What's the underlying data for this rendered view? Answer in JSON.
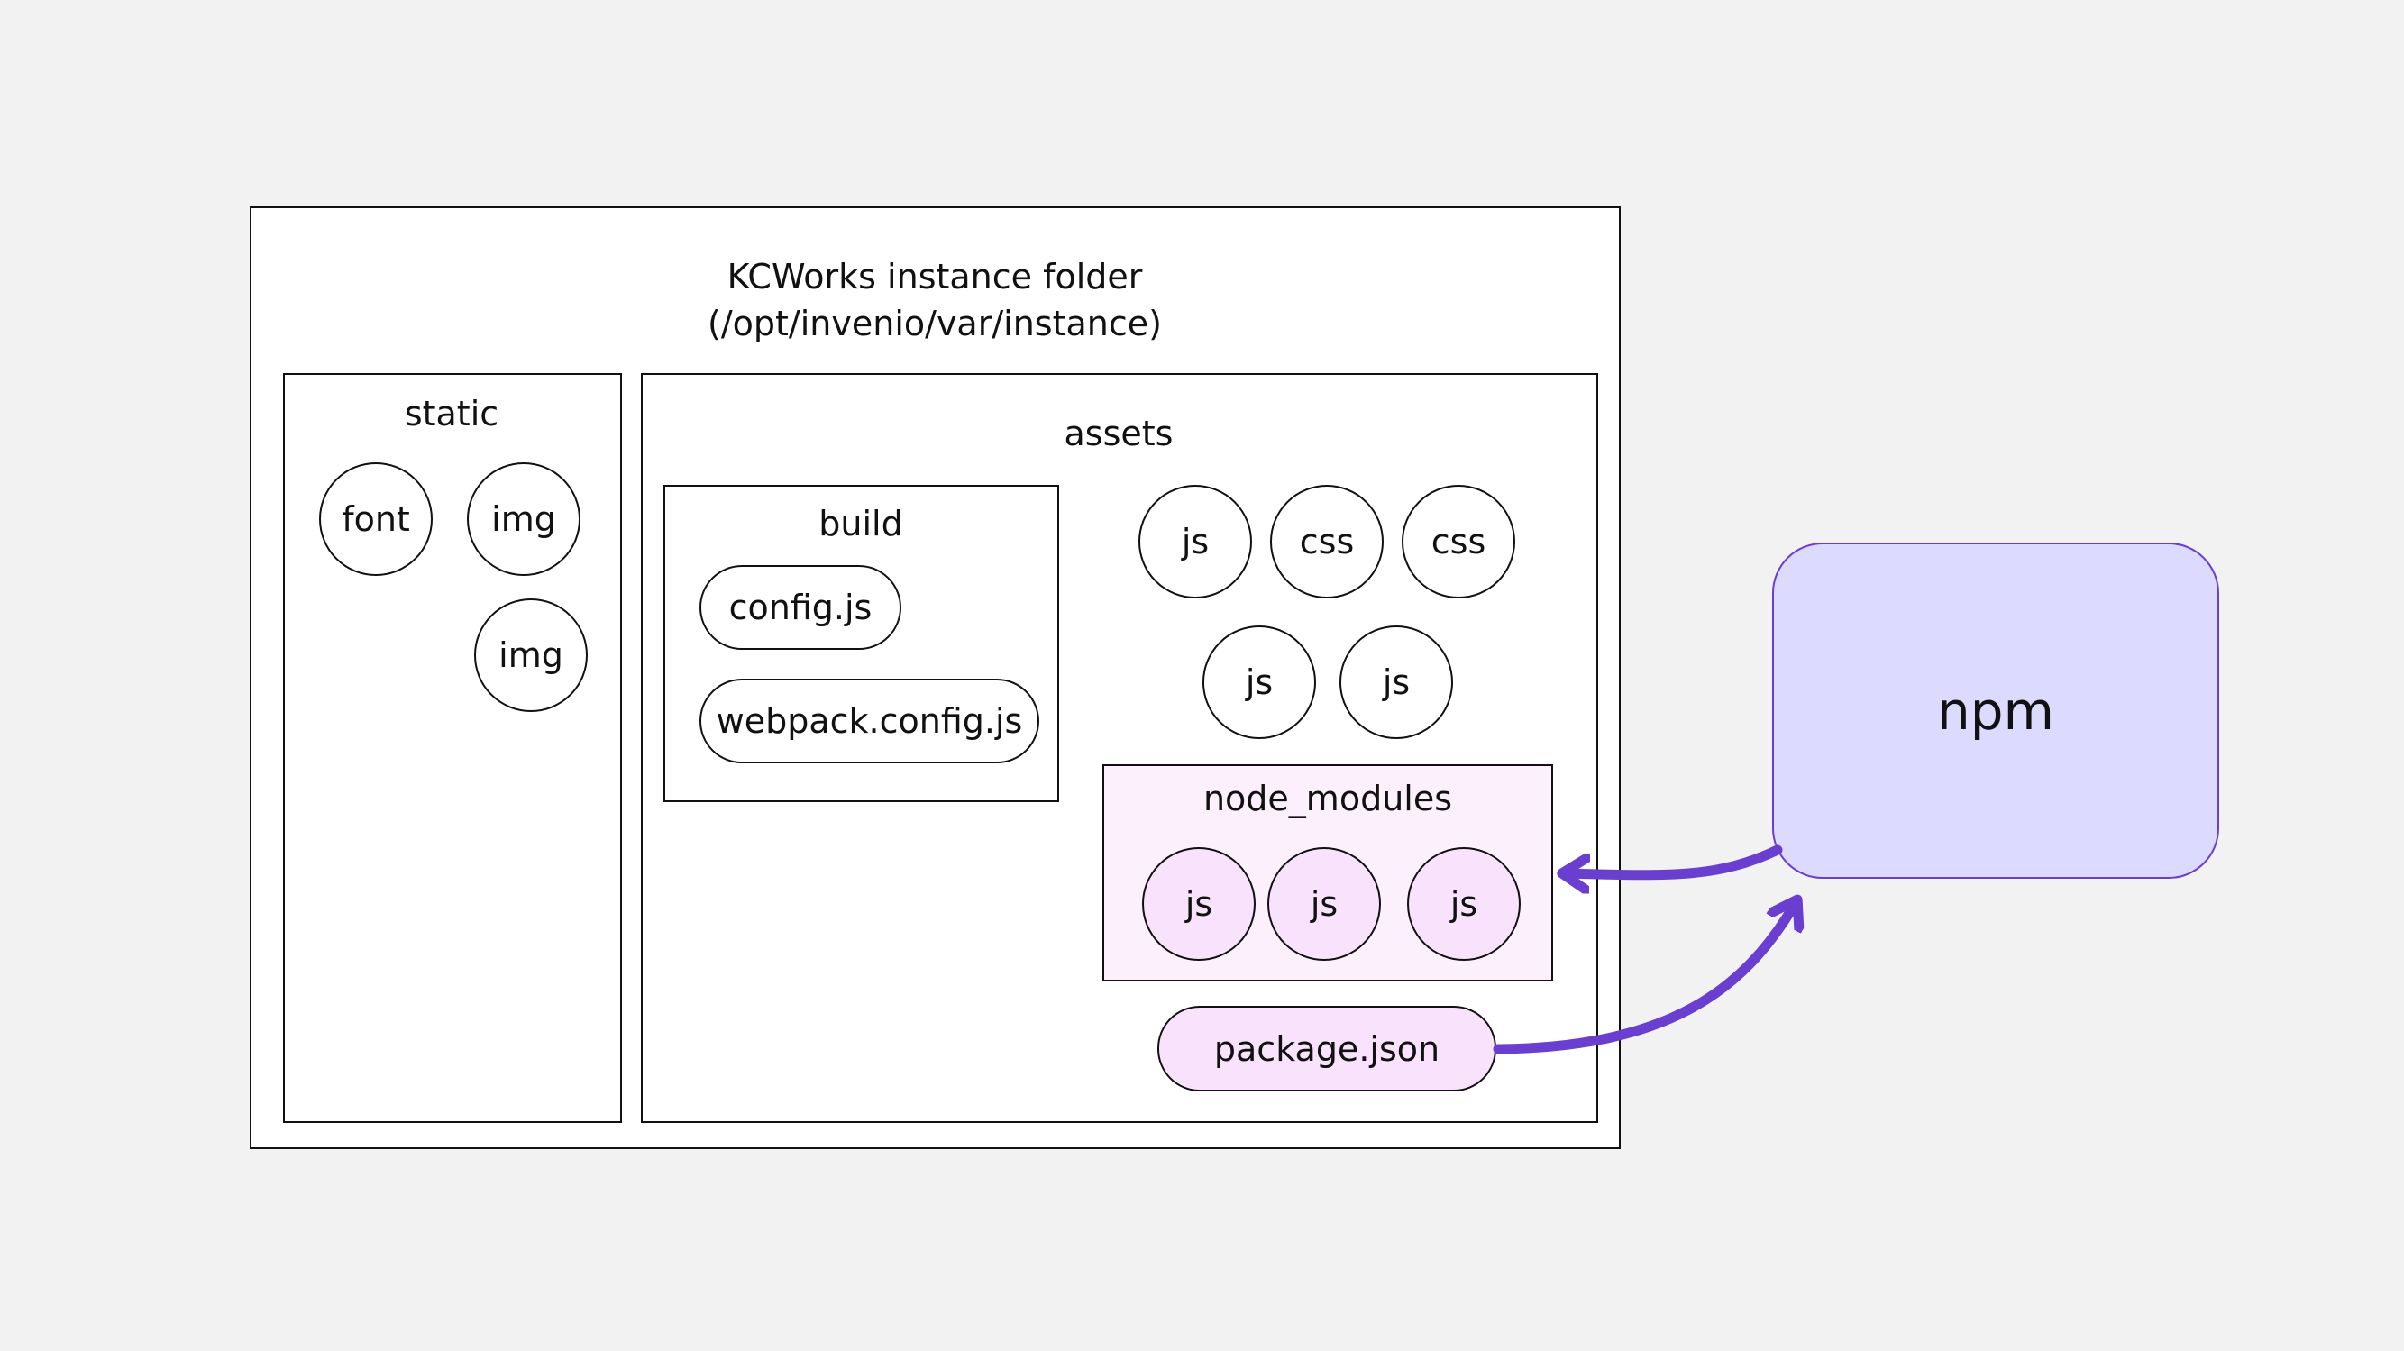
{
  "instance": {
    "title": "KCWorks instance folder",
    "path": "(/opt/invenio/var/instance)"
  },
  "static": {
    "label": "static",
    "items": [
      "font",
      "img",
      "img"
    ]
  },
  "assets": {
    "label": "assets",
    "build": {
      "label": "build",
      "files": [
        "config.js",
        "webpack.config.js"
      ]
    },
    "files_row1": [
      "js",
      "css",
      "css"
    ],
    "files_row2": [
      "js",
      "js"
    ],
    "node_modules": {
      "label": "node_modules",
      "items": [
        "js",
        "js",
        "js"
      ]
    },
    "package_json": "package.json"
  },
  "npm": {
    "label": "npm"
  },
  "colors": {
    "background": "#f2f2f2",
    "arrow": "#6a3fd0",
    "npm_fill": "#dddaff",
    "node_modules_fill": "#fbf0fc",
    "pink_pill": "#f9e2fb"
  }
}
